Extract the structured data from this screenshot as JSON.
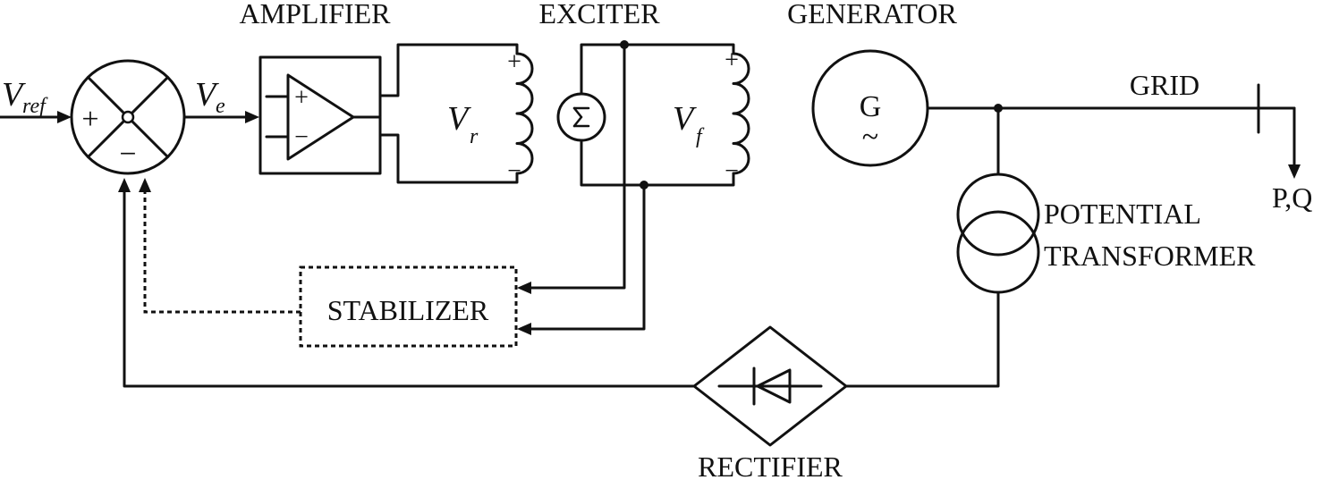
{
  "labels": {
    "amplifier": "AMPLIFIER",
    "exciter": "EXCITER",
    "generator": "GENERATOR",
    "grid": "GRID",
    "pq": "P,Q",
    "potential": "POTENTIAL",
    "transformer": "TRANSFORMER",
    "stabilizer": "STABILIZER",
    "rectifier": "RECTIFIER",
    "generator_symbol": "G",
    "generator_wave": "~"
  },
  "variables": {
    "vref_main": "V",
    "vref_sub": "ref",
    "ve_main": "V",
    "ve_sub": "e",
    "vr_main": "V",
    "vr_sub": "r",
    "vf_main": "V",
    "vf_sub": "f"
  },
  "signs": {
    "summer_plus": "+",
    "summer_minus": "−",
    "amp_plus": "+",
    "amp_minus": "−",
    "coil_r_plus": "+",
    "coil_r_minus": "−",
    "coil_f_plus": "+",
    "coil_f_minus": "−"
  }
}
